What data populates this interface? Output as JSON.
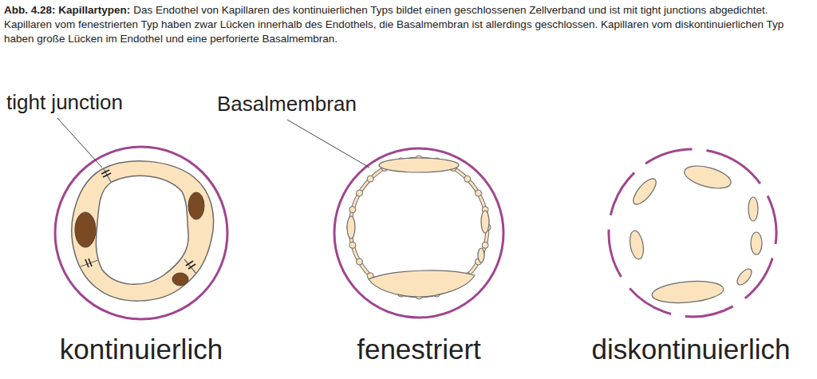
{
  "diagram": {
    "title": "Abb. 4.28: Kapillartypen:",
    "caption": "Das Endothel von Kapillaren des kontinuierlichen Typs bildet einen geschlossenen Zellverband und ist mit tight junctions abgedichtet. Kapillaren vom fenestrierten Typ haben zwar Lücken innerhalb des Endothels, die Basalmembran ist allerdings geschlossen. Kapillaren vom diskontinuierlichen Typ haben große Lücken im Endothel und eine perforierte Basalmembran.",
    "labels": [
      "tight junction",
      "Basalmembran",
      "kontinuierlich",
      "fenestriert",
      "diskontinuierlich"
    ]
  }
}
